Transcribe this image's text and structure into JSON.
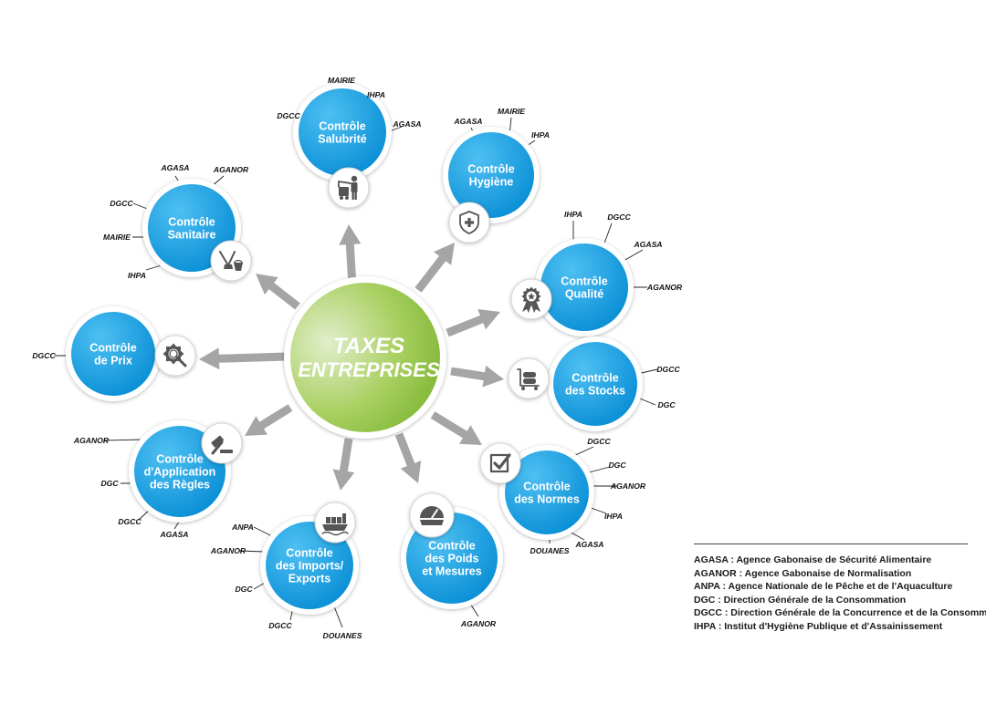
{
  "center": {
    "line1": "TAXES",
    "line2": "ENTREPRISES"
  },
  "nodes": [
    {
      "id": "salubrite",
      "lines": [
        "Contrôle",
        "Salubrité"
      ],
      "icon": "cleaner-trolley-icon",
      "agencies": [
        "MAIRIE",
        "IHPA",
        "AGASA",
        "DGCC"
      ]
    },
    {
      "id": "hygiene",
      "lines": [
        "Contrôle",
        "Hygiène"
      ],
      "icon": "medical-shield-icon",
      "agencies": [
        "AGASA",
        "MAIRIE",
        "IHPA"
      ]
    },
    {
      "id": "qualite",
      "lines": [
        "Contrôle",
        "Qualité"
      ],
      "icon": "quality-medal-icon",
      "agencies": [
        "IHPA",
        "DGCC",
        "AGASA",
        "AGANOR"
      ]
    },
    {
      "id": "stocks",
      "lines": [
        "Contrôle",
        "des Stocks"
      ],
      "icon": "stock-trolley-icon",
      "agencies": [
        "DGCC",
        "DGC"
      ]
    },
    {
      "id": "normes",
      "lines": [
        "Contrôle",
        "des Normes"
      ],
      "icon": "checkbox-icon",
      "agencies": [
        "DGCC",
        "DGC",
        "AGANOR",
        "IHPA",
        "AGASA",
        "DOUANES"
      ]
    },
    {
      "id": "poids",
      "lines": [
        "Contrôle",
        "des Poids",
        "et Mesures"
      ],
      "icon": "scale-gauge-icon",
      "agencies": [
        "AGANOR"
      ]
    },
    {
      "id": "imports",
      "lines": [
        "Contrôle",
        "des Imports/",
        "Exports"
      ],
      "icon": "cargo-ship-icon",
      "agencies": [
        "ANPA",
        "AGANOR",
        "DGC",
        "DGCC",
        "DOUANES"
      ]
    },
    {
      "id": "regles",
      "lines": [
        "Contrôle",
        "d'Application",
        "des Règles"
      ],
      "icon": "gavel-icon",
      "agencies": [
        "AGANOR",
        "DGC",
        "DGCC",
        "AGASA"
      ]
    },
    {
      "id": "prix",
      "lines": [
        "Contrôle",
        "de Prix"
      ],
      "icon": "price-gear-search-icon",
      "agencies": [
        "DGCC"
      ]
    },
    {
      "id": "sanitaire",
      "lines": [
        "Contrôle",
        "Sanitaire"
      ],
      "icon": "mop-bucket-icon",
      "agencies": [
        "AGASA",
        "AGANOR",
        "DGCC",
        "MAIRIE",
        "IHPA"
      ]
    }
  ],
  "legend": [
    "AGASA  : Agence Gabonaise de Sécurité Alimentaire",
    "AGANOR : Agence Gabonaise de Normalisation",
    "ANPA : Agence Nationale de le Pêche et de l'Aquaculture",
    "DGC : Direction Générale de la Consommation",
    "DGCC : Direction Générale de la Concurrence et de la Consommation",
    "IHPA : Institut d'Hygiène Publique et d'Assainissement"
  ],
  "colors": {
    "node": "#1199dd",
    "node_light": "#3fb4ee",
    "center": "#8cbf3a",
    "center_light": "#d6e8b4",
    "arrow": "#a5a5a5",
    "icon": "#555555"
  }
}
